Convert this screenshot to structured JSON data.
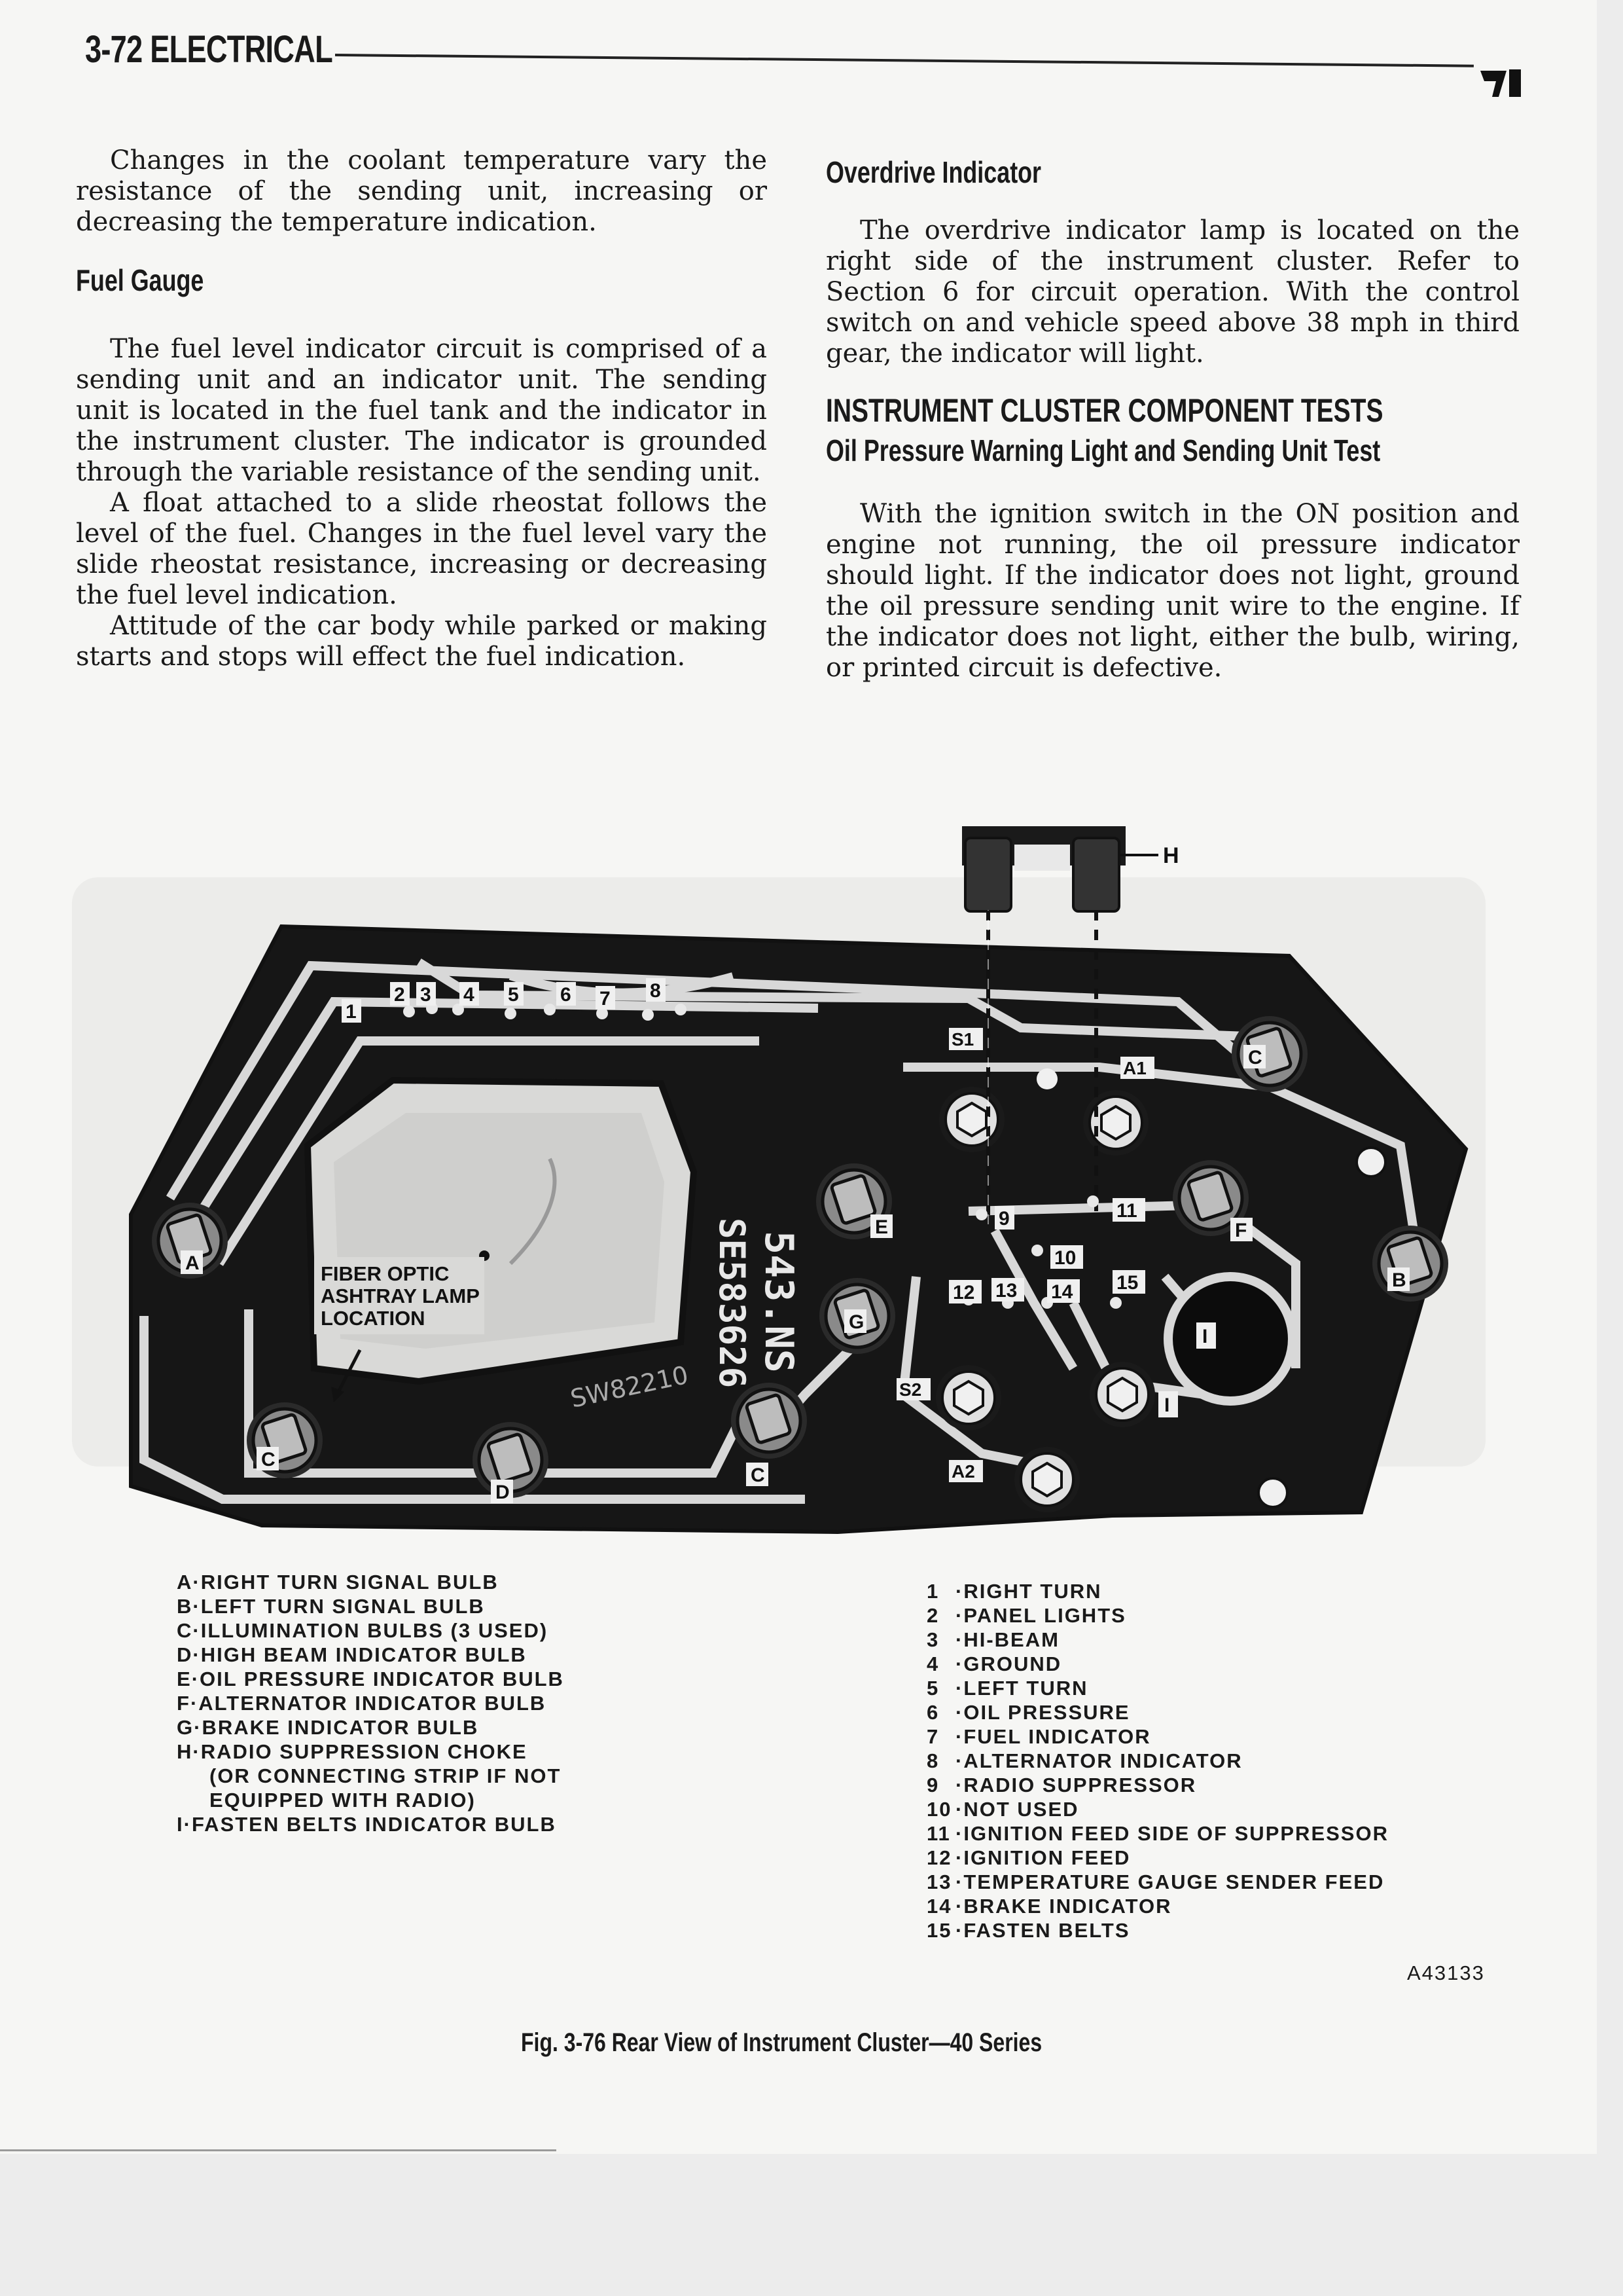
{
  "header": {
    "title": "3-72 ELECTRICAL"
  },
  "left_column": {
    "intro": "Changes in the coolant temperature vary the resistance of the sending unit, increasing or decreasing the temperature indication.",
    "fuel_gauge_heading": "Fuel Gauge",
    "fuel_p1": "The fuel level indicator circuit is comprised of a sending unit and an indicator unit. The sending unit is located in the fuel tank and the indicator in the instrument cluster. The indicator is grounded through the variable resistance of the sending unit.",
    "fuel_p2": "A float attached to a slide rheostat follows the level of the fuel. Changes in the fuel level vary the slide rheostat resistance, increasing or decreasing the fuel level indication.",
    "fuel_p3": "Attitude of the car body while parked or making starts and stops will effect the fuel indication."
  },
  "right_column": {
    "overdrive_heading": "Overdrive Indicator",
    "overdrive_p": "The overdrive indicator lamp is located on the right side of the instrument cluster. Refer to Section 6 for circuit operation. With the control switch on and vehicle speed above 38 mph in third gear, the indicator will light.",
    "tests_heading": "INSTRUMENT CLUSTER COMPONENT TESTS",
    "oil_heading": "Oil Pressure Warning Light and Sending Unit Test",
    "oil_p": "With the ignition switch in the ON position and engine not running, the oil pressure indicator should light. If the indicator does not light, ground the oil pressure sending unit wire to the engine. If the indicator does not light, either the bulb, wiring, or printed circuit is defective."
  },
  "diagram": {
    "fiber_optic_label": [
      "FIBER OPTIC",
      "ASHTRAY LAMP",
      "LOCATION"
    ],
    "board_text_1": "543.NS",
    "board_text_2": "SE583626",
    "board_text_3": "SW82210",
    "terminal_numbers": [
      "1",
      "2",
      "3",
      "4",
      "5",
      "6",
      "7",
      "8",
      "9",
      "10",
      "11",
      "12",
      "13",
      "14",
      "15"
    ],
    "bulb_letters": [
      "A",
      "B",
      "C",
      "C",
      "C",
      "D",
      "E",
      "F",
      "G",
      "H",
      "I",
      "I"
    ],
    "circuit_labels": [
      "S1",
      "S2",
      "A1",
      "A2"
    ]
  },
  "legend_left": [
    {
      "key": "A",
      "text": "RIGHT TURN SIGNAL BULB"
    },
    {
      "key": "B",
      "text": "LEFT TURN SIGNAL BULB"
    },
    {
      "key": "C",
      "text": "ILLUMINATION BULBS (3 USED)"
    },
    {
      "key": "D",
      "text": "HIGH BEAM INDICATOR BULB"
    },
    {
      "key": "E",
      "text": "OIL PRESSURE INDICATOR BULB"
    },
    {
      "key": "F",
      "text": "ALTERNATOR INDICATOR BULB"
    },
    {
      "key": "G",
      "text": "BRAKE INDICATOR BULB"
    },
    {
      "key": "H",
      "text": "RADIO SUPPRESSION CHOKE"
    },
    {
      "key": "",
      "text": "(OR CONNECTING STRIP IF NOT"
    },
    {
      "key": "",
      "text": "EQUIPPED WITH RADIO)"
    },
    {
      "key": "I",
      "text": "FASTEN BELTS INDICATOR BULB"
    }
  ],
  "legend_right": [
    {
      "key": "1",
      "text": "RIGHT TURN"
    },
    {
      "key": "2",
      "text": "PANEL LIGHTS"
    },
    {
      "key": "3",
      "text": "HI-BEAM"
    },
    {
      "key": "4",
      "text": "GROUND"
    },
    {
      "key": "5",
      "text": "LEFT TURN"
    },
    {
      "key": "6",
      "text": "OIL PRESSURE"
    },
    {
      "key": "7",
      "text": "FUEL INDICATOR"
    },
    {
      "key": "8",
      "text": "ALTERNATOR INDICATOR"
    },
    {
      "key": "9",
      "text": "RADIO SUPPRESSOR"
    },
    {
      "key": "10",
      "text": "NOT USED"
    },
    {
      "key": "11",
      "text": "IGNITION FEED SIDE OF SUPPRESSOR"
    },
    {
      "key": "12",
      "text": "IGNITION FEED"
    },
    {
      "key": "13",
      "text": "TEMPERATURE GAUGE SENDER FEED"
    },
    {
      "key": "14",
      "text": "BRAKE INDICATOR"
    },
    {
      "key": "15",
      "text": "FASTEN BELTS"
    }
  ],
  "figure_number": "A43133",
  "caption": "Fig. 3-76 Rear View of Instrument Cluster—40 Series"
}
